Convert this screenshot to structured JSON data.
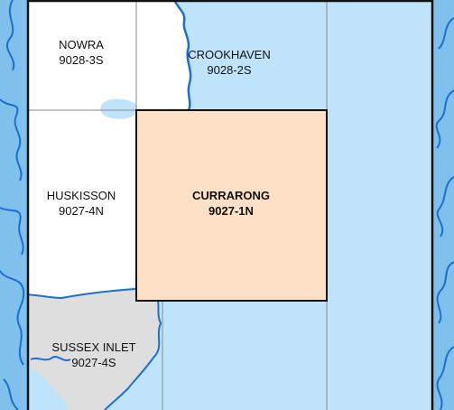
{
  "colors": {
    "sea": "#bfe3fb",
    "outer_land": "#7fc0ec",
    "coast_line": "#1c6fd0",
    "land": "#ffffff",
    "neighbour_land": "#dedede",
    "current_tile": "#fde0c6",
    "grid_line": "#8a8a8a",
    "frame": "#111111"
  },
  "tiles": {
    "nowra": {
      "name": "NOWRA",
      "code": "9028-3S"
    },
    "crookhaven": {
      "name": "CROOKHAVEN",
      "code": "9028-2S"
    },
    "huskisson": {
      "name": "HUSKISSON",
      "code": "9027-4N"
    },
    "currarong": {
      "name": "CURRARONG",
      "code": "9027-1N"
    },
    "sussex_inlet": {
      "name": "SUSSEX INLET",
      "code": "9027-4S"
    }
  },
  "current_tile": "currarong"
}
